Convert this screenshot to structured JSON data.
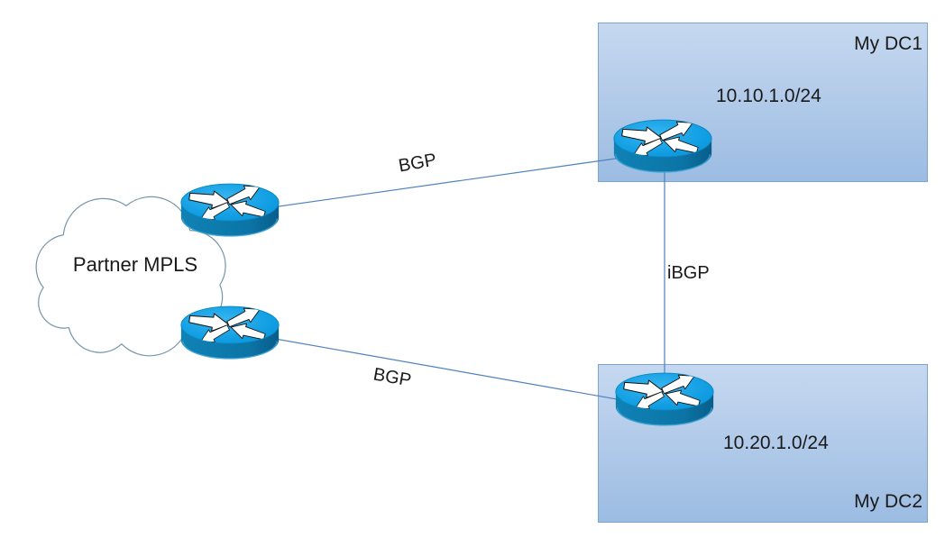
{
  "diagram": {
    "cloud": {
      "label": "Partner MPLS"
    },
    "zones": [
      {
        "id": "dc1",
        "title": "My DC1",
        "subnet": "10.10.1.0/24"
      },
      {
        "id": "dc2",
        "title": "My DC2",
        "subnet": "10.20.1.0/24"
      }
    ],
    "links": [
      {
        "id": "bgp-top",
        "label": "BGP",
        "from": "partner-router-top",
        "to": "dc1-router"
      },
      {
        "id": "bgp-bottom",
        "label": "BGP",
        "from": "partner-router-bottom",
        "to": "dc2-router"
      },
      {
        "id": "ibgp",
        "label": "iBGP",
        "from": "dc1-router",
        "to": "dc2-router"
      }
    ],
    "icons": {
      "router": "cisco-router-icon",
      "cloud": "cloud-shape"
    },
    "colors": {
      "background": "#FFFFFF",
      "zone_fill_top": "#C6D8F0",
      "zone_fill_bottom": "#9CBCE2",
      "zone_border": "#7CA4D1",
      "link_line": "#4F81BD",
      "router_top": "#14A3E8",
      "router_side": "#0C74A6",
      "cloud_outline": "#7796A8",
      "text": "#1A1A1A"
    }
  }
}
